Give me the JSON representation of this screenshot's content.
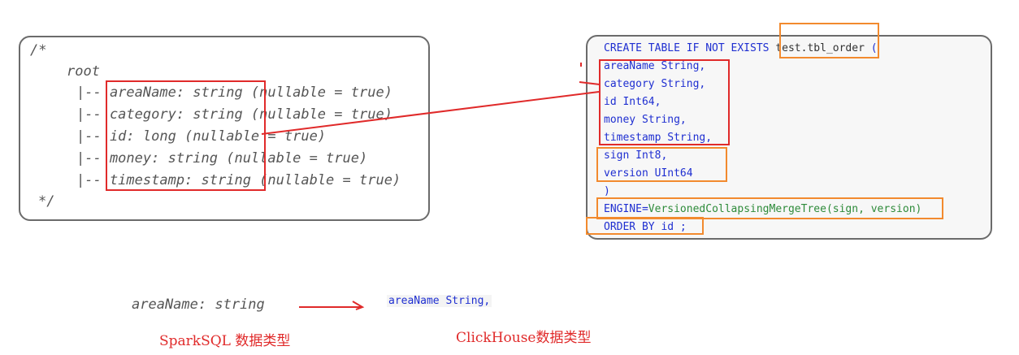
{
  "schema_box": {
    "lines": [
      "/*",
      "root",
      "|-- areaName: string (nullable = true)",
      "|-- category: string (nullable = true)",
      "|-- id: long (nullable = true)",
      "|-- money: string (nullable = true)",
      "|-- timestamp: string (nullable = true)",
      "*/"
    ]
  },
  "ddl_box": {
    "line1_prefix": "CREATE TABLE IF NOT EXISTS ",
    "line1_table": "test.tbl_order",
    "line1_suffix": " (",
    "columns": [
      "areaName String,",
      "category String,",
      "id Int64,",
      "money String,",
      "timestamp String,",
      "sign Int8,",
      "version UInt64"
    ],
    "close_paren": ")",
    "engine_prefix": "ENGINE=",
    "engine_value": "VersionedCollapsingMergeTree(sign, version)",
    "order_by": "ORDER BY id ;"
  },
  "example": {
    "sparksql_field": "areaName: string",
    "clickhouse_field": "areaName String,"
  },
  "captions": {
    "sparksql": "SparkSQL 数据类型",
    "clickhouse": "ClickHouse数据类型"
  },
  "colors": {
    "highlight_red": "#e02a2a",
    "highlight_orange": "#f28a2e",
    "keyword_blue": "#1f2fd1",
    "engine_green": "#2e8b3a"
  }
}
